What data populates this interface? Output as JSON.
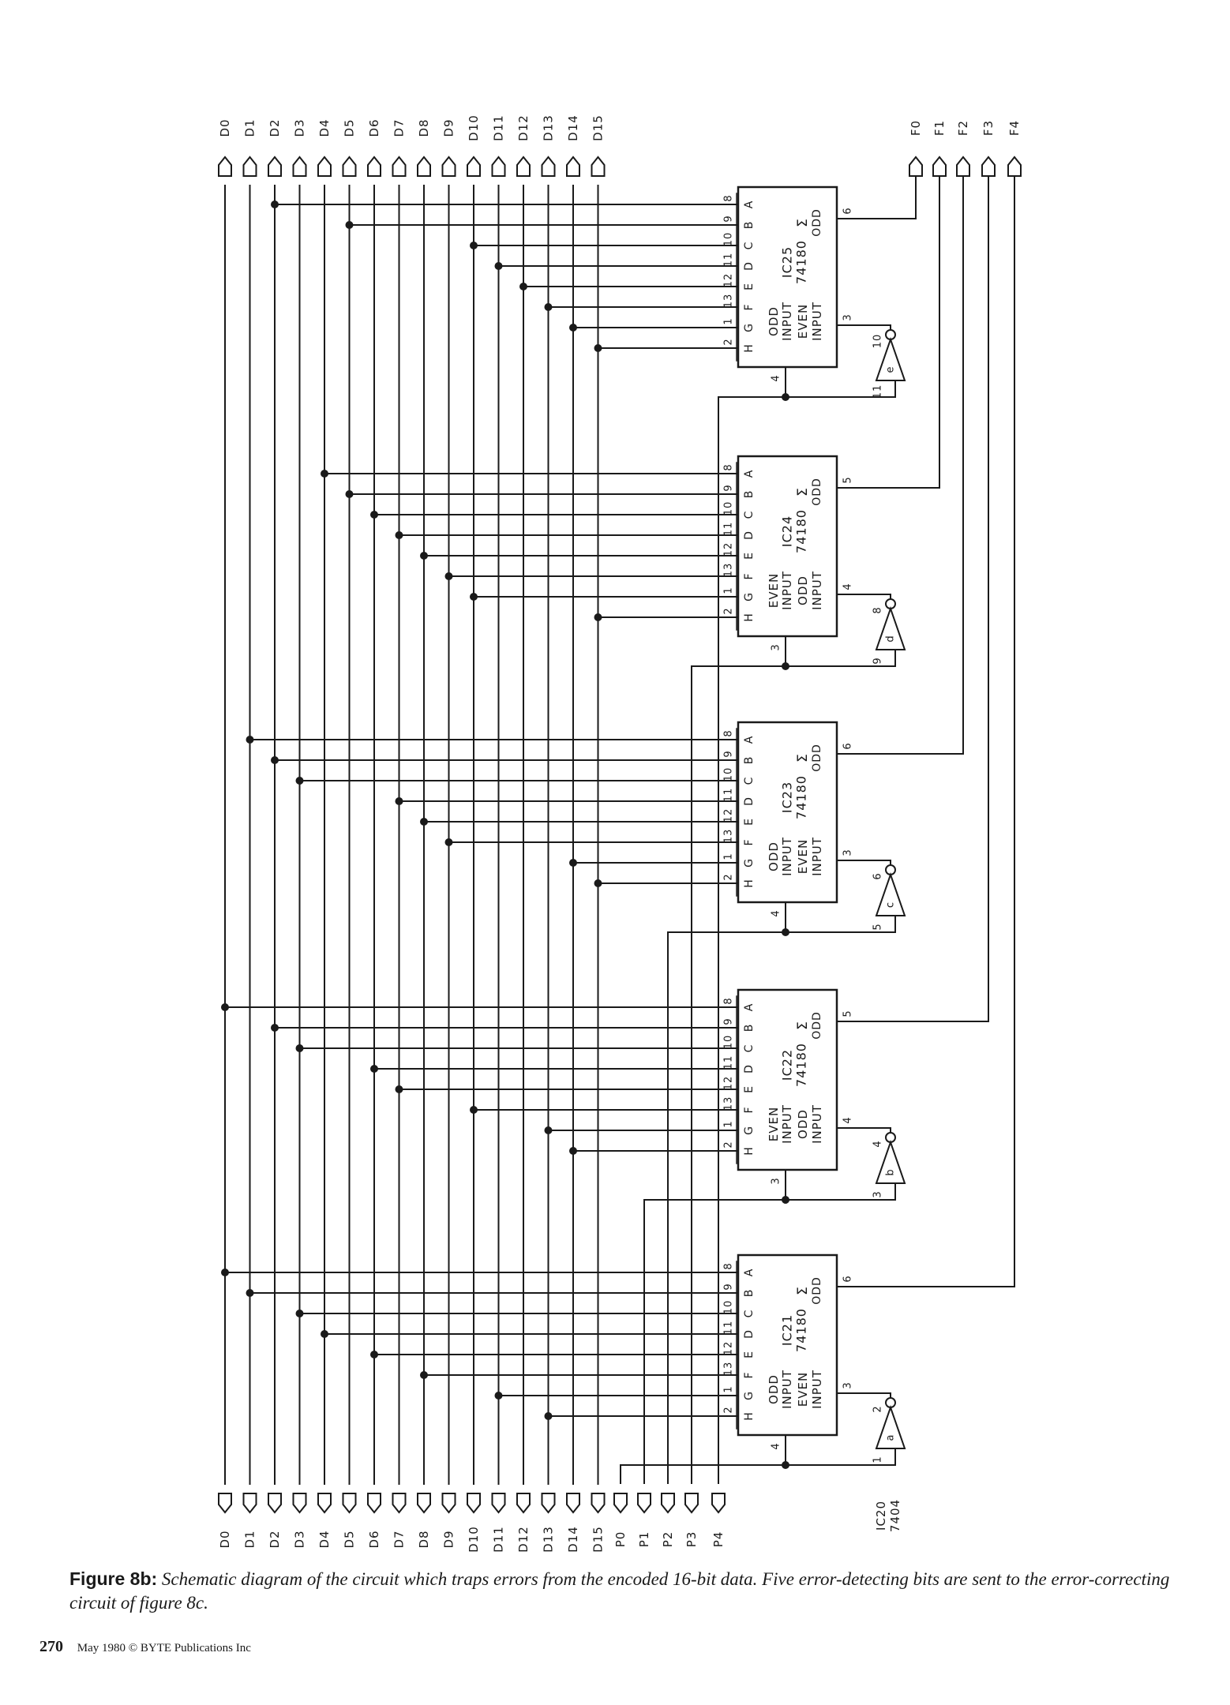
{
  "data_bits": [
    "D0",
    "D1",
    "D2",
    "D3",
    "D4",
    "D5",
    "D6",
    "D7",
    "D8",
    "D9",
    "D10",
    "D11",
    "D12",
    "D13",
    "D14",
    "D15"
  ],
  "parity_bits": [
    "P0",
    "P1",
    "P2",
    "P3",
    "P4"
  ],
  "output_bits": [
    "F0",
    "F1",
    "F2",
    "F3",
    "F4"
  ],
  "chip_letters": [
    "A",
    "B",
    "C",
    "D",
    "E",
    "F",
    "G",
    "H"
  ],
  "chip_pin_numbers": [
    "8",
    "9",
    "10",
    "11",
    "12",
    "13",
    "1",
    "2"
  ],
  "chips": [
    {
      "name": "IC25",
      "part": "74180",
      "input_top": "ODD",
      "input_bottom": "EVEN",
      "input_word": "INPUT",
      "top_pin": "4",
      "bottom_pin": "3",
      "sum_pin": "6",
      "sum_label": "Σ",
      "odd_label": "ODD",
      "inverter": {
        "letter": "e",
        "in_pin": "11",
        "out_pin": "10"
      }
    },
    {
      "name": "IC24",
      "part": "74180",
      "input_top": "EVEN",
      "input_bottom": "ODD",
      "input_word": "INPUT",
      "top_pin": "3",
      "bottom_pin": "4",
      "sum_pin": "5",
      "sum_label": "Σ",
      "odd_label": "ODD",
      "inverter": {
        "letter": "d",
        "in_pin": "9",
        "out_pin": "8"
      }
    },
    {
      "name": "IC23",
      "part": "74180",
      "input_top": "ODD",
      "input_bottom": "EVEN",
      "input_word": "INPUT",
      "top_pin": "4",
      "bottom_pin": "3",
      "sum_pin": "6",
      "sum_label": "Σ",
      "odd_label": "ODD",
      "inverter": {
        "letter": "c",
        "in_pin": "5",
        "out_pin": "6"
      }
    },
    {
      "name": "IC22",
      "part": "74180",
      "input_top": "EVEN",
      "input_bottom": "ODD",
      "input_word": "INPUT",
      "top_pin": "3",
      "bottom_pin": "4",
      "sum_pin": "5",
      "sum_label": "Σ",
      "odd_label": "ODD",
      "inverter": {
        "letter": "b",
        "in_pin": "3",
        "out_pin": "4"
      }
    },
    {
      "name": "IC21",
      "part": "74180",
      "input_top": "ODD",
      "input_bottom": "EVEN",
      "input_word": "INPUT",
      "top_pin": "4",
      "bottom_pin": "3",
      "sum_pin": "6",
      "sum_label": "Σ",
      "odd_label": "ODD",
      "inverter": {
        "letter": "a",
        "in_pin": "1",
        "out_pin": "2"
      }
    }
  ],
  "inverter_chip": {
    "name": "IC20",
    "part": "7404"
  },
  "caption": {
    "label": "Figure 8b:",
    "text": "Schematic diagram of the circuit which traps errors from the encoded 16-bit data. Five error-detecting bits are sent to the error-correcting circuit of figure 8c."
  },
  "footer": {
    "page": "270",
    "text": "May 1980 © BYTE Publications Inc"
  }
}
